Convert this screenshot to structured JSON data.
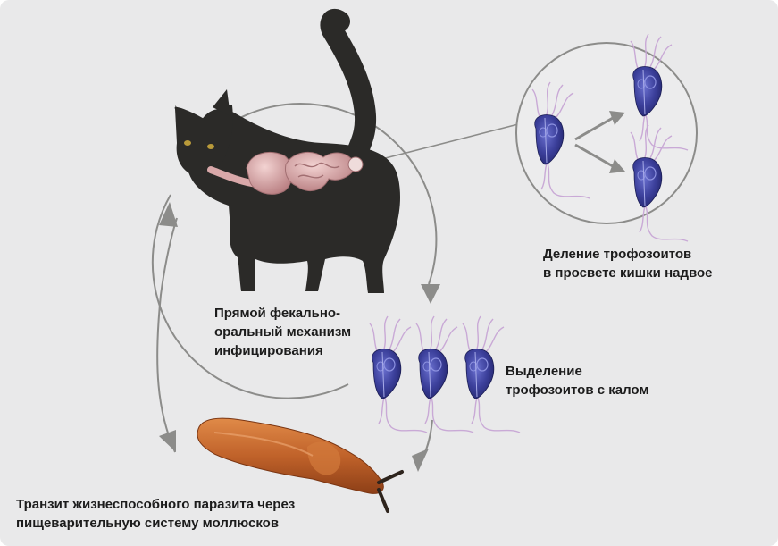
{
  "labels": {
    "trophozoite_division": {
      "line1": "Деление трофозоитов",
      "line2": "в просвете кишки надвое"
    },
    "fecal_oral": {
      "line1": "Прямой фекально-",
      "line2": "оральный механизм",
      "line3": "инфицирования"
    },
    "excretion": {
      "line1": "Выделение",
      "line2": "трофозоитов с калом"
    },
    "mollusk_transit": {
      "line1": "Транзит жизнеспособного паразита через",
      "line2": "пищеварительную систему моллюсков"
    }
  },
  "colors": {
    "background": "#e9e9ea",
    "cycle_line": "#8c8c8a",
    "cat": "#2b2a28",
    "intestine": "#d9a8a9",
    "trophozoite": "#3b3f9a",
    "flagella": "#c9a9d6",
    "slug": "#c46a2d",
    "text": "#1c1c1c"
  },
  "icons": [
    "cat-illustration",
    "intestine-illustration",
    "trophozoite-illustration",
    "slug-illustration",
    "magnifier-circle",
    "cycle-arrow"
  ]
}
